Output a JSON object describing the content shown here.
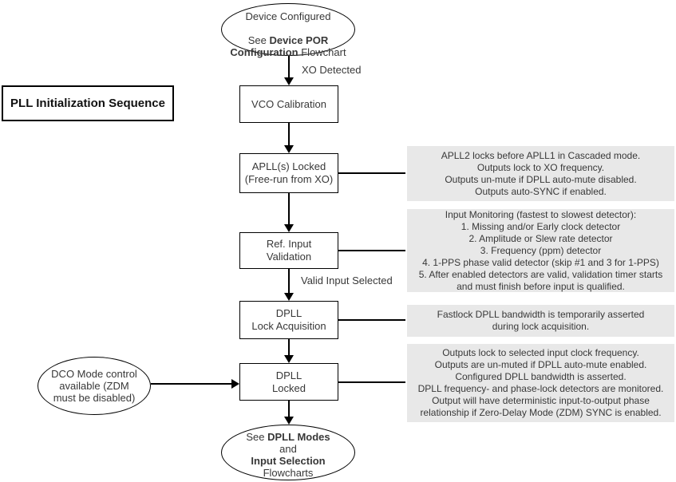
{
  "diagram": {
    "title": "PLL Initialization Sequence",
    "labels": {
      "xo_detected": "XO Detected",
      "valid_input_selected": "Valid Input Selected"
    }
  },
  "nodes": {
    "start": {
      "lines": [
        [
          {
            "t": "Device Configured"
          }
        ],
        [],
        [
          {
            "t": "See "
          },
          {
            "t": "Device POR",
            "b": true
          }
        ],
        [
          {
            "t": "Configuration",
            "b": true
          },
          {
            "t": " Flowchart"
          }
        ]
      ]
    },
    "vco": {
      "text": "VCO Calibration"
    },
    "apll": {
      "text": "APLL(s) Locked\n(Free-run from XO)"
    },
    "ref_input": {
      "text": "Ref. Input\nValidation"
    },
    "dpll_lock_acq": {
      "text": "DPLL\nLock Acquisition"
    },
    "dpll_locked": {
      "text": "DPLL\nLocked"
    },
    "dco": {
      "text": "DCO Mode control\navailable (ZDM\nmust be disabled)"
    },
    "end": {
      "lines": [
        [
          {
            "t": "See "
          },
          {
            "t": "DPLL Modes",
            "b": true
          }
        ],
        [
          {
            "t": "and"
          }
        ],
        [
          {
            "t": "Input Selection",
            "b": true
          }
        ],
        [
          {
            "t": "Flowcharts"
          }
        ]
      ]
    }
  },
  "notes": {
    "apll_note": "APLL2 locks before APLL1 in Cascaded mode.\nOutputs lock to XO frequency.\nOutputs un-mute if DPLL auto-mute disabled.\nOutputs auto-SYNC if enabled.",
    "input_monitoring_note": "Input Monitoring (fastest to slowest detector):\n1. Missing and/or Early clock detector\n2. Amplitude or Slew rate detector\n3. Frequency (ppm) detector\n4. 1-PPS phase valid detector (skip #1 and 3 for 1-PPS)\n5. After enabled detectors are valid, validation timer starts\nand must finish before input is qualified.",
    "fastlock_note": "Fastlock DPLL bandwidth is temporarily asserted\nduring lock acquisition.",
    "dpll_locked_note": "Outputs lock to selected input clock frequency.\nOutputs are un-muted if DPLL auto-mute enabled.\nConfigured DPLL bandwidth is asserted.\nDPLL frequency- and phase-lock detectors are monitored.\nOutput will have deterministic input-to-output phase\nrelationship if Zero-Delay Mode (ZDM) SYNC is enabled."
  },
  "colors": {
    "note_bg": "#e8e8e8",
    "line": "#000000",
    "text": "#383838"
  }
}
